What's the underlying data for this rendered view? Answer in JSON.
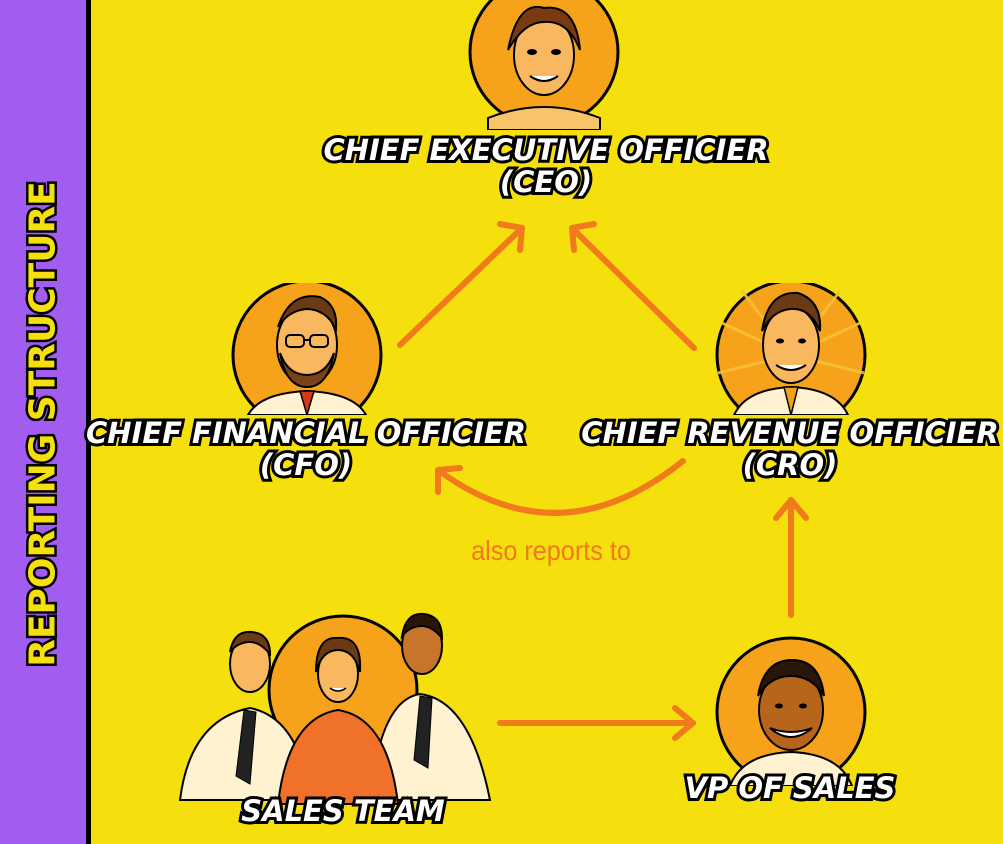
{
  "sidebar": {
    "title": "REPORTING STRUCTURE"
  },
  "colors": {
    "background": "#f5df0c",
    "sidebar": "#a35cf0",
    "arrow": "#f07a1c",
    "label_fill": "#ffffff",
    "label_stroke": "#000000"
  },
  "nodes": {
    "ceo": {
      "title": "CHIEF EXECUTIVE OFFICIER",
      "abbr": "(CEO)",
      "icon": "ceo-portrait-icon"
    },
    "cfo": {
      "title": "CHIEF FINANCIAL OFFICIER",
      "abbr": "(CFO)",
      "icon": "cfo-portrait-icon"
    },
    "cro": {
      "title": "CHIEF REVENUE OFFICIER",
      "abbr": "(CRO)",
      "icon": "cro-portrait-icon"
    },
    "vp": {
      "title": "VP OF SALES",
      "icon": "vp-portrait-icon"
    },
    "team": {
      "title": "SALES TEAM",
      "icon": "sales-team-icon"
    }
  },
  "edges": [
    {
      "from": "team",
      "to": "vp"
    },
    {
      "from": "vp",
      "to": "cro"
    },
    {
      "from": "cro",
      "to": "ceo"
    },
    {
      "from": "cfo",
      "to": "ceo"
    },
    {
      "from": "cro",
      "to": "cfo",
      "label": "also reports to"
    }
  ],
  "annotations": {
    "also_reports_to": "also reports to"
  }
}
